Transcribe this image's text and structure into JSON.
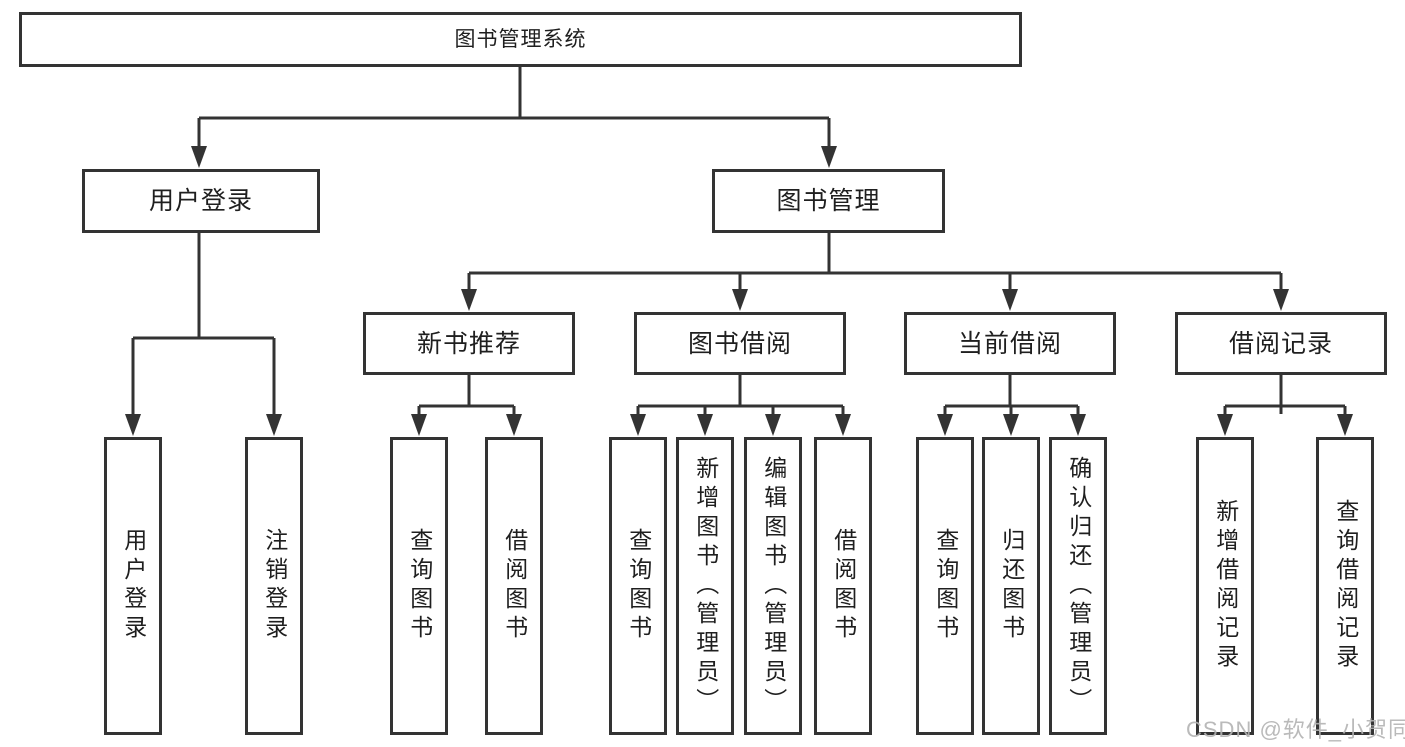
{
  "diagram": {
    "type": "hierarchy",
    "root": {
      "label": "图书管理系统"
    },
    "branches": [
      {
        "label": "用户登录",
        "children": [
          {
            "label": "用户登录"
          },
          {
            "label": "注销登录"
          }
        ]
      },
      {
        "label": "图书管理",
        "children": [
          {
            "label": "新书推荐",
            "children": [
              {
                "label": "查询图书"
              },
              {
                "label": "借阅图书"
              }
            ]
          },
          {
            "label": "图书借阅",
            "children": [
              {
                "label": "查询图书"
              },
              {
                "label": "新增图书（管理员）"
              },
              {
                "label": "编辑图书（管理员）"
              },
              {
                "label": "借阅图书"
              }
            ]
          },
          {
            "label": "当前借阅",
            "children": [
              {
                "label": "查询图书"
              },
              {
                "label": "归还图书"
              },
              {
                "label": "确认归还（管理员）"
              }
            ]
          },
          {
            "label": "借阅记录",
            "children": [
              {
                "label": "新增借阅记录"
              },
              {
                "label": "查询借阅记录"
              }
            ]
          }
        ]
      }
    ]
  },
  "watermark": {
    "text": "CSDN @软件_小贺同学",
    "color": "#b3b3b3"
  },
  "colors": {
    "background": "#ffffff",
    "box_border": "#333333",
    "connector": "#333333",
    "text": "#1f1f1f"
  }
}
